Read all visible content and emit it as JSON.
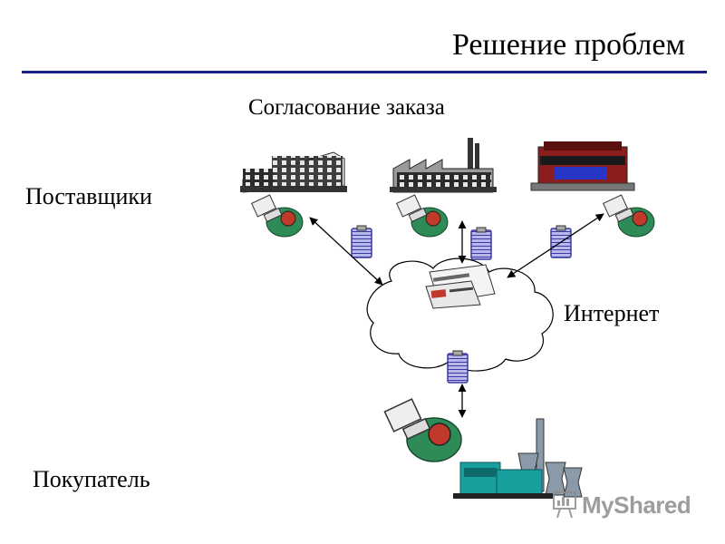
{
  "slide": {
    "title": "Решение проблем",
    "subtitle": "Согласование заказа",
    "rule_color": "#1a1f8c"
  },
  "labels": {
    "suppliers": "Поставщики",
    "internet": "Интернет",
    "buyer": "Покупатель"
  },
  "icons": {
    "supplier_buildings": [
      "office-building-icon",
      "factory-icon",
      "shop-building-icon"
    ],
    "people": "person-at-computer-icon",
    "documents": "order-document-icon",
    "cloud": "internet-cloud-icon",
    "newspaper": "newspaper-icon",
    "buyer_plant": "power-plant-icon"
  },
  "watermark": {
    "brand": "MyShared"
  }
}
